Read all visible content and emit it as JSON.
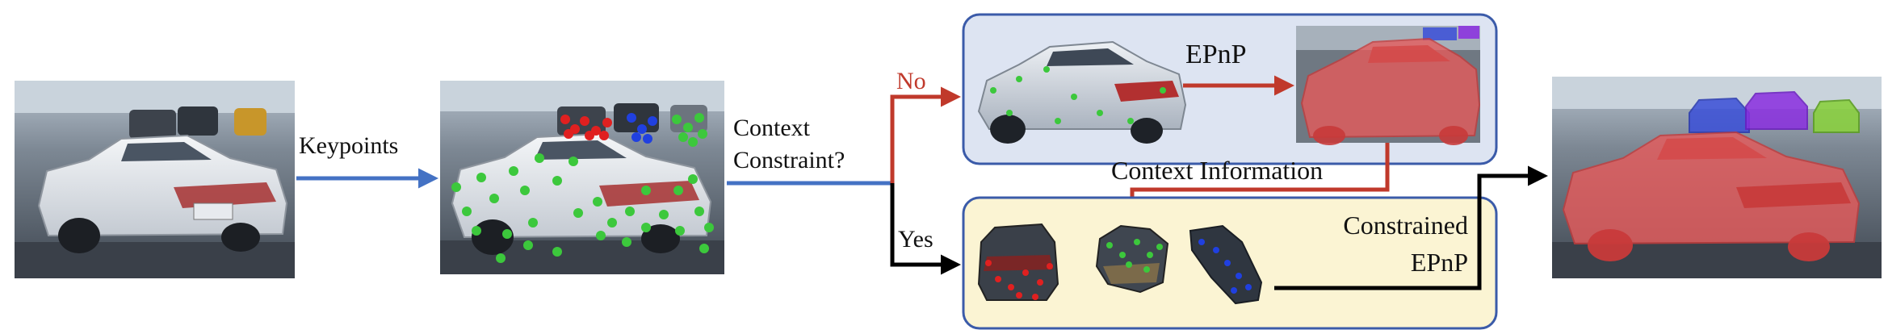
{
  "labels": {
    "keypoints": "Keypoints",
    "context_line1": "Context",
    "context_line2": "Constraint?",
    "no": "No",
    "yes": "Yes",
    "epnp": "EPnP",
    "context_information": "Context Information",
    "constrained_line1": "Constrained",
    "constrained_line2": "EPnP"
  },
  "colors": {
    "blue_arrow": "#4472c4",
    "red_arrow": "#c0392b",
    "black_arrow": "#000000",
    "top_box_fill": "#dde4f2",
    "top_box_border": "#3b5ba9",
    "bottom_box_fill": "#fbf4d3",
    "bottom_box_border": "#3b5ba9",
    "keypoint_red": "#e02020",
    "keypoint_blue": "#2040e0",
    "keypoint_green": "#3cc83c",
    "overlay_red": "#e85a5a",
    "overlay_blue": "#3a4fd8",
    "overlay_purple": "#8a2ee0",
    "overlay_green": "#8ad040"
  },
  "icons": [
    "car-photo",
    "keypoint-car-photo",
    "car-model-render",
    "projected-car",
    "part-crop",
    "final-result-photo"
  ]
}
